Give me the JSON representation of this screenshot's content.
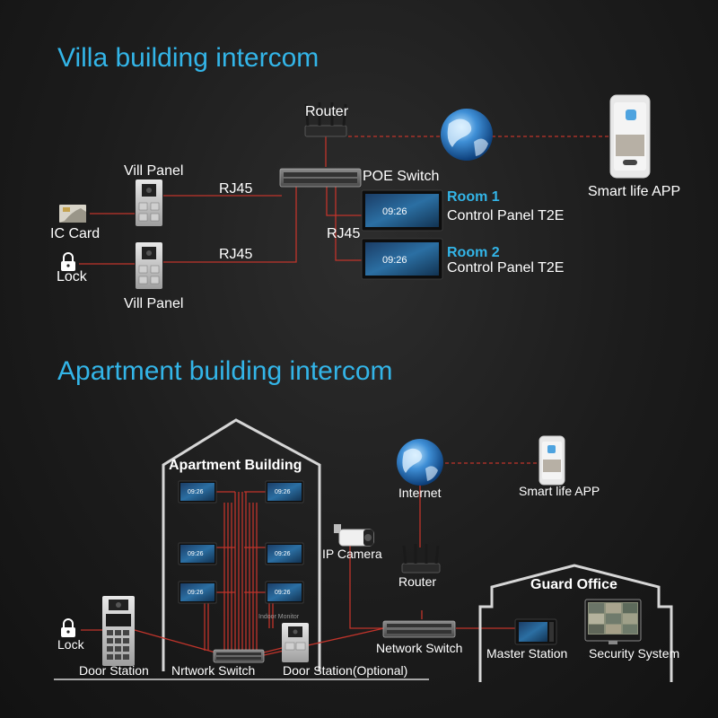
{
  "villa": {
    "title": "Villa building intercom",
    "router_label": "Router",
    "poe_switch_label": "POE Switch",
    "vill_panel_top_label": "Vill Panel",
    "vill_panel_bottom_label": "Vill Panel",
    "ic_card_label": "IC Card",
    "lock_label": "Lock",
    "rj45_top_label": "RJ45",
    "rj45_mid_label": "RJ45",
    "rj45_bottom_label": "RJ45",
    "room1_name": "Room 1",
    "room1_desc": "Control Panel T2E",
    "room2_name": "Room 2",
    "room2_desc": "Control Panel T2E",
    "smart_app_label": "Smart life APP",
    "screen_time": "09:26"
  },
  "apartment": {
    "title": "Apartment building intercom",
    "building_label": "Apartment Building",
    "indoor_monitor_label": "Indoor Monitor",
    "internet_label": "Internet",
    "smart_app_label": "Smart life APP",
    "ip_camera_label": "IP Camera",
    "router_label": "Router",
    "guard_office_label": "Guard Office",
    "network_switch_label": "Network Switch",
    "nrtwork_switch_label": "Nrtwork Switch",
    "master_station_label": "Master Station",
    "security_system_label": "Security System",
    "lock_label": "Lock",
    "door_station_label": "Door Station",
    "door_station_optional_label": "Door Station(Optional)",
    "screen_time": "09:26"
  },
  "colors": {
    "accent": "#33b5e8",
    "wire": "#c0342b",
    "background": "#1c1c1c"
  }
}
